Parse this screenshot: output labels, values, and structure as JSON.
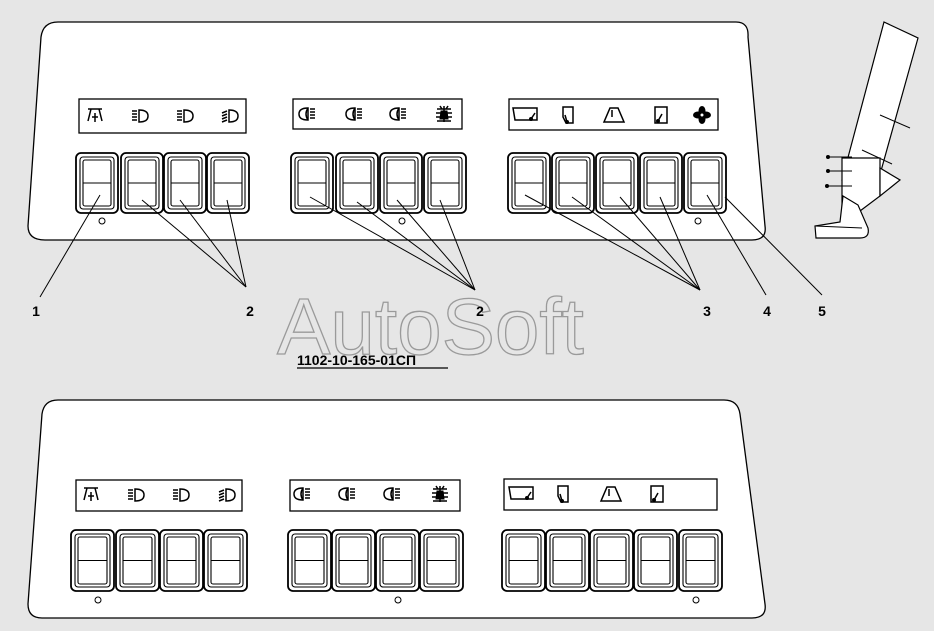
{
  "assembly_label": "1102-10-165-01СП",
  "watermark": "AutoSoft",
  "callouts": [
    "1",
    "2",
    "2",
    "3",
    "4",
    "5"
  ],
  "panels": [
    {
      "groups": [
        {
          "icons": [
            "interior-light-icon",
            "high-beam-icon",
            "high-beam-icon",
            "low-beam-icon"
          ]
        },
        {
          "icons": [
            "fog-light-icon",
            "fog-light-icon",
            "fog-light-icon",
            "rear-fog-icon"
          ]
        },
        {
          "icons": [
            "windshield-wiper-icon",
            "side-window-icon",
            "rear-window-icon",
            "door-window-icon",
            "fan-icon"
          ]
        }
      ]
    },
    {
      "groups": [
        {
          "icons": [
            "interior-light-icon",
            "high-beam-icon",
            "high-beam-icon",
            "low-beam-icon"
          ]
        },
        {
          "icons": [
            "fog-light-icon",
            "fog-light-icon",
            "fog-light-icon",
            "rear-fog-icon"
          ]
        },
        {
          "icons": [
            "windshield-wiper-icon",
            "side-window-icon",
            "rear-window-icon",
            "door-window-icon"
          ]
        }
      ]
    }
  ]
}
